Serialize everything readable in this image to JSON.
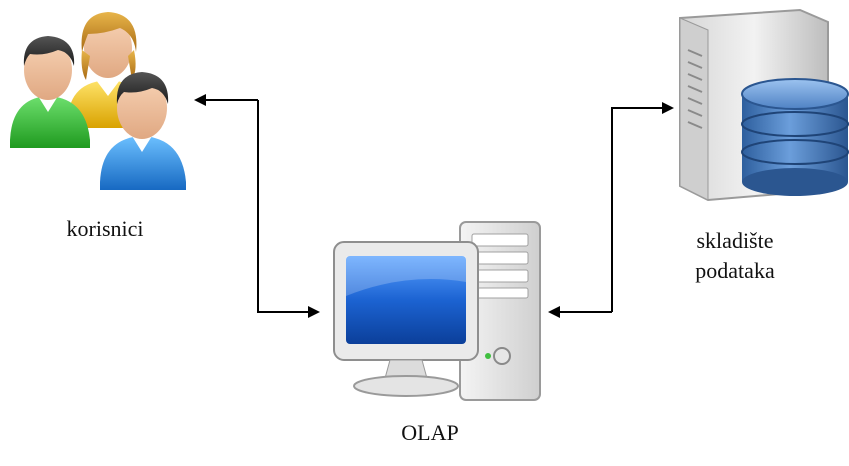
{
  "labels": {
    "users": "korisnici",
    "warehouse_line1": "skladište",
    "warehouse_line2": "podataka",
    "olap": "OLAP"
  },
  "icons": {
    "users": "users-group-icon",
    "olap": "desktop-computer-icon",
    "warehouse": "database-server-icon"
  },
  "colors": {
    "arrow": "#000000",
    "screen_blue": "#1e6fd9",
    "db_blue": "#4a7fc0",
    "user_green": "#3fbf3f",
    "user_yellow": "#f2c21a",
    "user_blue": "#2f8fdc"
  }
}
